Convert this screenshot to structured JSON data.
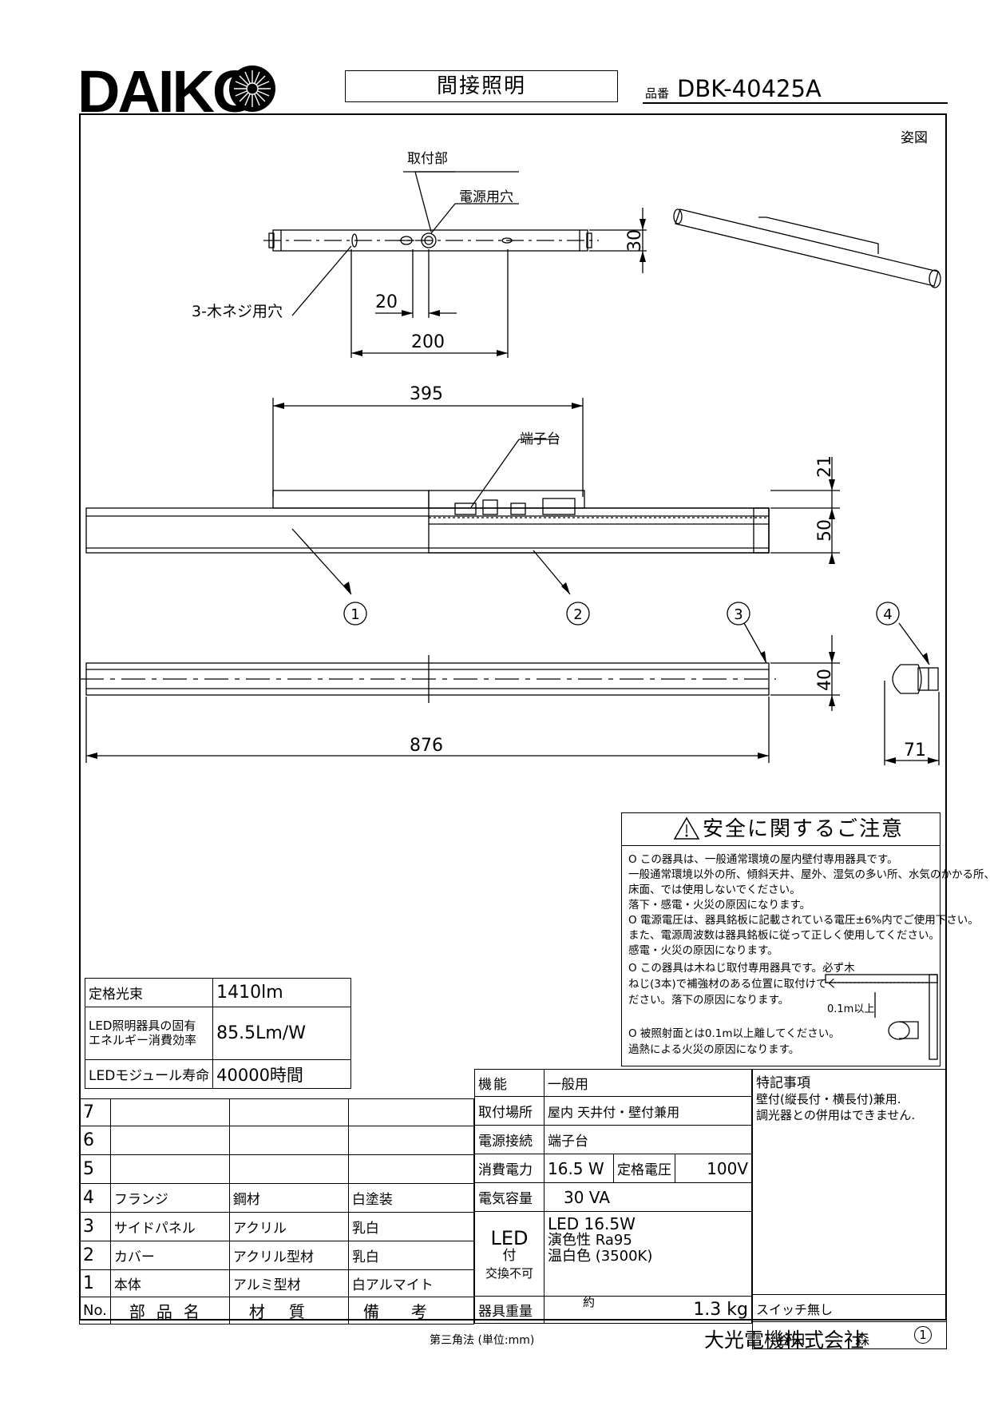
{
  "brand": {
    "logo_text": "DAIKO",
    "logo_mark": "daiko-sun-logo",
    "company": "大光電機株式会社"
  },
  "header": {
    "title": "間接照明",
    "hinban_label": "品番",
    "hinban": "DBK-40425A"
  },
  "drawing": {
    "view_label": "姿図",
    "labels": {
      "mount": "取付部",
      "power_hole": "電源用穴",
      "screw_holes": "3-木ネジ用穴",
      "terminal": "端子台"
    },
    "dims": {
      "d30": "30",
      "d20": "20",
      "d200": "200",
      "d395": "395",
      "d21": "21",
      "d50": "50",
      "d40": "40",
      "d876": "876",
      "d71": "71",
      "d01": "0.1m以上"
    },
    "callouts": [
      "1",
      "2",
      "3",
      "4"
    ]
  },
  "notice": {
    "title": "安全に関するご注意",
    "lines": [
      "O  この器具は、一般通常環境の屋内壁付専用器具です。",
      "   一般通常環境以外の所、傾斜天井、屋外、湿気の多い所、水気のかかる所、",
      "   床面、では使用しないでください。",
      "   落下・感電・火災の原因になります。",
      "O  電源電圧は、器具銘板に記載されている電圧±6%内でご使用下さい。",
      "   また、電源周波数は器具銘板に従って正しく使用してください。",
      "   感電・火災の原因になります。",
      "O  この器具は木ねじ取付専用器具です。必ず木",
      "   ねじ(3本)で補強材のある位置に取付けてく",
      "   ださい。落下の原因になります。",
      "O  被照射面とは0.1m以上離してください。",
      "   過熱による火災の原因になります。"
    ]
  },
  "specs": [
    {
      "label": "定格光束",
      "value": "1410lm"
    },
    {
      "label": "LED照明器具の固有エネルギー消費効率",
      "label_l1": "LED照明器具の固有",
      "label_l2": "エネルギー消費効率",
      "value": "85.5Lm/W"
    },
    {
      "label": "LEDモジュール寿命",
      "value": "40000時間"
    }
  ],
  "parts": {
    "headers": [
      "No.",
      "部品名",
      "材質",
      "備考"
    ],
    "rows": [
      {
        "no": "7",
        "name": "",
        "material": "",
        "note": ""
      },
      {
        "no": "6",
        "name": "",
        "material": "",
        "note": ""
      },
      {
        "no": "5",
        "name": "",
        "material": "",
        "note": ""
      },
      {
        "no": "4",
        "name": "フランジ",
        "material": "鋼材",
        "note": "白塗装"
      },
      {
        "no": "3",
        "name": "サイドパネル",
        "material": "アクリル",
        "note": "乳白"
      },
      {
        "no": "2",
        "name": "カバー",
        "material": "アクリル型材",
        "note": "乳白"
      },
      {
        "no": "1",
        "name": "本体",
        "material": "アルミ型材",
        "note": "白アルマイト"
      }
    ]
  },
  "electrical": {
    "function_label": "機能",
    "function": "一般用",
    "mount_label": "取付場所",
    "mount": "屋内 天井付・壁付兼用",
    "connection_label": "電源接続",
    "connection": "端子台",
    "power_label": "消費電力",
    "power": "16.5 W",
    "rated_v_label": "定格電圧",
    "rated_v": "100V",
    "capacity_label": "電気容量",
    "capacity": "30 VA",
    "led_label": "LED",
    "led_sub": "付",
    "led_exchange": "交換不可",
    "led_lines": [
      "LED 16.5W",
      "演色性 Ra95",
      "温白色 (3500K)"
    ],
    "weight_label": "器具重量",
    "weight_prefix": "約",
    "weight": "1.3 kg"
  },
  "notes": {
    "label": "特記事項",
    "line1": "壁付(縦長付・横長付)兼用.",
    "line2": "調光器との併用はできません.",
    "switch": "スイッチ無し"
  },
  "signature": {
    "name1": "谷口",
    "name2": "森",
    "rev": "1"
  },
  "footer": {
    "projection": "第三角法  (単位:mm)"
  }
}
